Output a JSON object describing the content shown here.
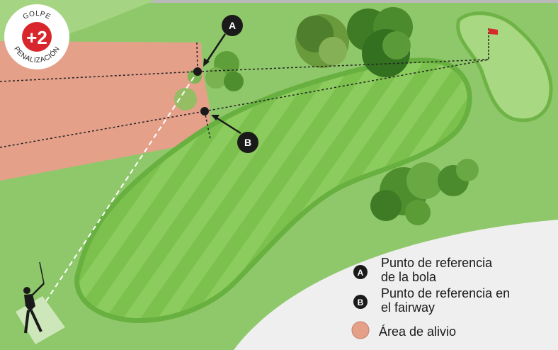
{
  "penalty_badge": {
    "top_text": "GOLPE",
    "value": "+2",
    "bottom_text": "PENALIZACIÓN"
  },
  "markers": {
    "a": "A",
    "b": "B"
  },
  "legend": [
    {
      "key": "A",
      "lines": [
        "Punto de referencia",
        "de la bola"
      ]
    },
    {
      "key": "B",
      "lines": [
        "Punto de referencia en",
        "el fairway"
      ]
    },
    {
      "key": "",
      "lines": [
        "Área de alivio"
      ]
    }
  ],
  "colors": {
    "rough": "#8fc86a",
    "fairway": "#7cc04e",
    "relief_area": "#e5a08a",
    "green": "#a8d882",
    "flag": "#d62b2b",
    "badge_red": "#d9262c"
  }
}
